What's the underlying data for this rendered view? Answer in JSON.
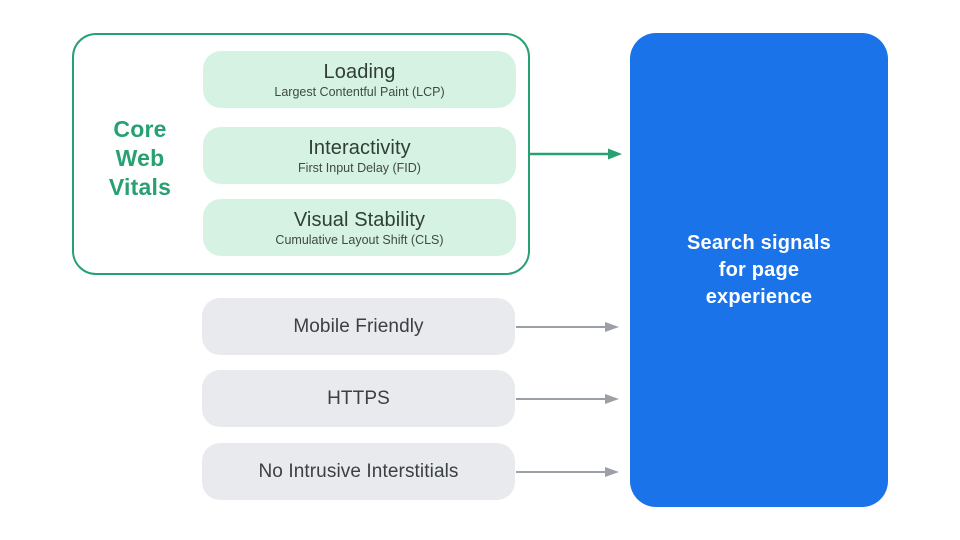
{
  "diagram": {
    "core_web_vitals": {
      "label_lines": [
        "Core",
        "Web",
        "Vitals"
      ],
      "items": [
        {
          "title": "Loading",
          "subtitle": "Largest Contentful Paint (LCP)"
        },
        {
          "title": "Interactivity",
          "subtitle": "First Input Delay (FID)"
        },
        {
          "title": "Visual Stability",
          "subtitle": "Cumulative Layout Shift (CLS)"
        }
      ]
    },
    "other_signals": [
      {
        "label": "Mobile Friendly"
      },
      {
        "label": "HTTPS"
      },
      {
        "label": "No Intrusive Interstitials"
      }
    ],
    "result": {
      "label_lines": [
        "Search signals",
        "for page",
        "experience"
      ]
    },
    "colors": {
      "green": "#27a172",
      "light_green": "#d6f2e2",
      "blue": "#1a73e8",
      "gray_pill": "#e8eaed",
      "dark_text": "#3c4043",
      "arrow_gray": "#9aa0a6",
      "white": "#ffffff"
    }
  }
}
